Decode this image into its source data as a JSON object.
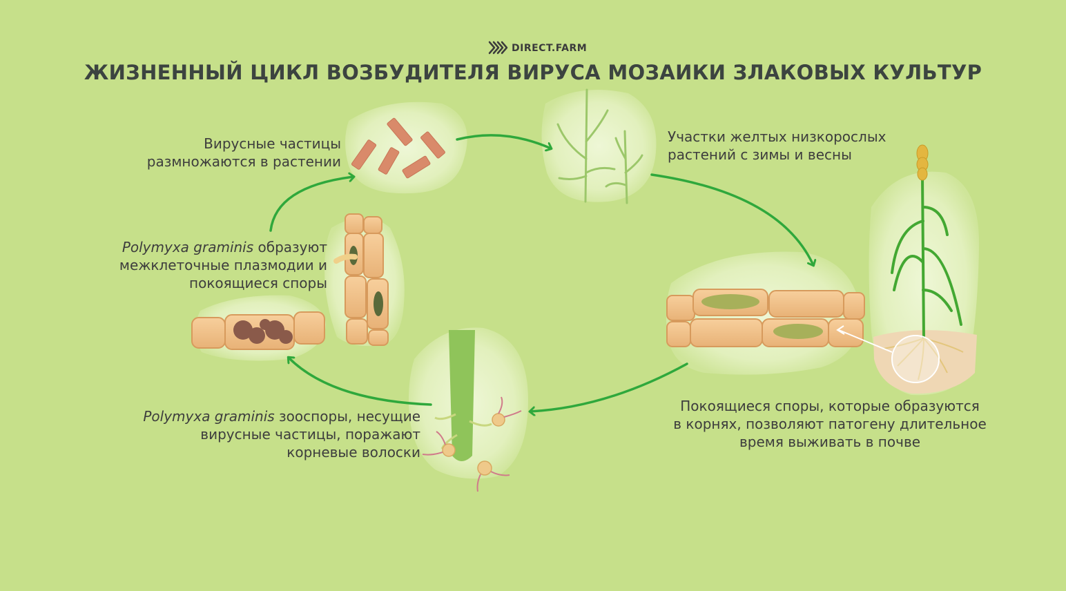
{
  "brand": {
    "name": "DIRECT.FARM",
    "logo_icon": "chevron-stripes-icon"
  },
  "title": "ЖИЗНЕННЫЙ ЦИКЛ ВОЗБУДИТЕЛЯ ВИРУСА МОЗАИКИ ЗЛАКОВЫХ КУЛЬТУР",
  "colors": {
    "background": "#c6e08a",
    "arrow": "#2fa83c",
    "cell": "#f0c08a",
    "bubble": "#e6f3c4"
  },
  "steps": [
    {
      "line1": "Вирусные частицы",
      "line2": "размножаются в растении"
    },
    {
      "line1": "Участки желтых низкорослых",
      "line2": "растений с зимы и весны"
    },
    {
      "line1": "Покоящиеся споры, которые образуются",
      "line2": "в корнях, позволяют патогену длительное",
      "line3": "время выживать в почве"
    },
    {
      "italic": "Polymyxa graminis",
      "rest1": " зооспоры, несущие",
      "line2": "вирусные частицы, поражают",
      "line3": "корневые волоски"
    },
    {
      "italic": "Polymyxa graminis",
      "rest1": " образуют",
      "line2": "межклеточные плазмодии и",
      "line3": "покоящиеся споры"
    }
  ]
}
